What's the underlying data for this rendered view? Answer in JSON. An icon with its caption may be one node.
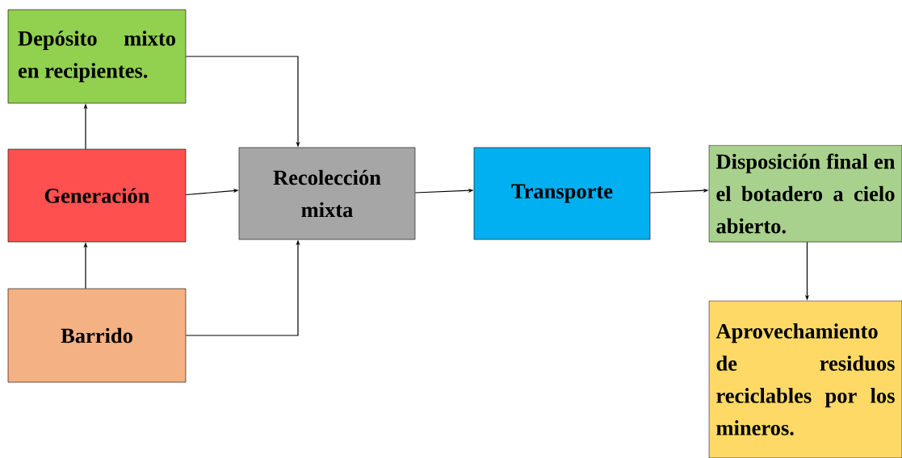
{
  "diagram": {
    "nodes": [
      {
        "text": [
          "Depósito mixto en recipientes."
        ]
      },
      {
        "text": [
          "Generación"
        ]
      },
      {
        "text": [
          "Barrido"
        ]
      },
      {
        "text": [
          "Recolección mixta"
        ]
      },
      {
        "text": [
          "Transporte"
        ]
      },
      {
        "text": [
          "Disposición final en el botadero a cielo abierto."
        ]
      },
      {
        "text": [
          "Aprovechamiento de residuos reciclables por los mineros."
        ]
      }
    ],
    "edges": [
      {
        "from": 1,
        "to": 0,
        "arrow": "to"
      },
      {
        "from": 0,
        "to": 3,
        "arrow": "to"
      },
      {
        "from": 2,
        "to": 1,
        "arrow": "to"
      },
      {
        "from": 2,
        "to": 3,
        "arrow": "to"
      },
      {
        "from": 1,
        "to": 3,
        "arrow": "to"
      },
      {
        "from": 3,
        "to": 4,
        "arrow": "to"
      },
      {
        "from": 4,
        "to": 5,
        "arrow": "to"
      },
      {
        "from": 5,
        "to": 6,
        "arrow": "to"
      }
    ]
  }
}
